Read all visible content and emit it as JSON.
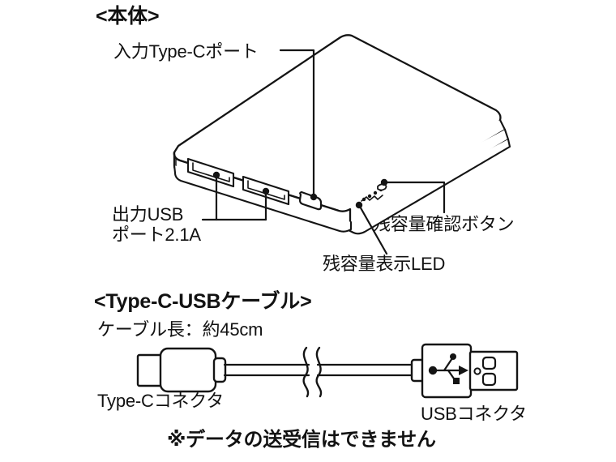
{
  "page": {
    "background_color": "#ffffff",
    "line_color": "#141414",
    "text_color": "#121212"
  },
  "sections": {
    "body_heading": "<本体>",
    "cable_heading": "<Type-C-USBケーブル>",
    "cable_length": "ケーブル長：約45cm",
    "footnote": "※データの送受信はできません"
  },
  "callouts": {
    "input_port": "入力Type-Cポート",
    "output_usb_line1": "出力USB",
    "output_usb_line2": "ポート2.1A",
    "check_button": "残容量確認ボタン",
    "level_led": "残容量表示LED"
  },
  "cable": {
    "type_c_connector_label": "Type-Cコネクタ",
    "usb_connector_label": "USBコネクタ",
    "usb_logo": "usb-trident-icon",
    "break_symbol": "cable-break-squiggle"
  },
  "device": {
    "name": "mobile-battery-power-bank",
    "usb_a_port_count": 2,
    "usb_c_port_count": 1,
    "led_indicator_count": 4,
    "button_count": 1
  }
}
